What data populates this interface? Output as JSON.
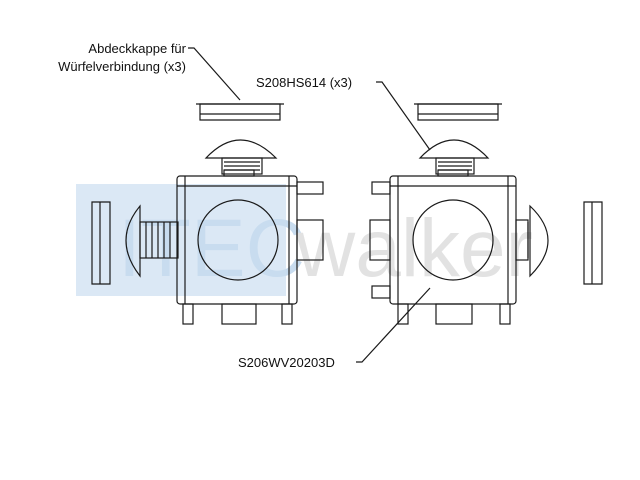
{
  "labels": {
    "cover_cap_line1": "Abdeckkappe für",
    "cover_cap_line2": "Würfelverbindung (x3)",
    "part_connector": "S208HS614 (x3)",
    "part_cube": "S206WV20203D"
  },
  "watermark": {
    "prefix": "ITEC",
    "text": "walker"
  },
  "colors": {
    "line": "#1a1a1a",
    "watermark_blue": "#dbe8f5",
    "watermark_grey": "#e6e6e6"
  }
}
